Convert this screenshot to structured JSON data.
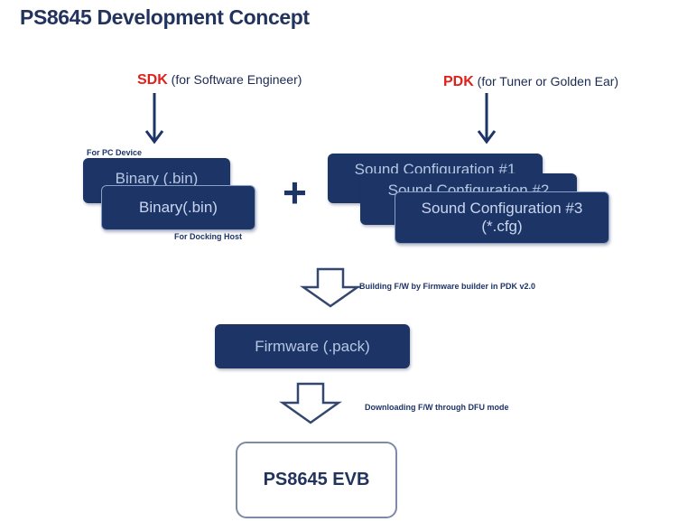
{
  "title": "PS8645 Development Concept",
  "sdk": {
    "key": "SDK",
    "desc": "(for Software Engineer)"
  },
  "pdk": {
    "key": "PDK",
    "desc": "(for Tuner or Golden Ear)"
  },
  "binary": {
    "note_pc": "For PC Device",
    "note_dock": "For Docking Host",
    "back_label": "Binary (.bin)",
    "front_label": "Binary(.bin)"
  },
  "plus": "+",
  "sound_configs": {
    "config1": "Sound Configuration #1",
    "config2": "Sound Configuration #2",
    "config3": "Sound Configuration #3",
    "config3_ext": "(*.cfg)"
  },
  "steps": {
    "build": "Building F/W by Firmware builder in PDK  v2.0",
    "download": "Downloading F/W through DFU mode"
  },
  "firmware": "Firmware (.pack)",
  "evb": "PS8645 EVB",
  "colors": {
    "box_fill": "#1c3566",
    "box_text": "#b7c7e2",
    "accent_red": "#e0201b",
    "title": "#22335e"
  }
}
